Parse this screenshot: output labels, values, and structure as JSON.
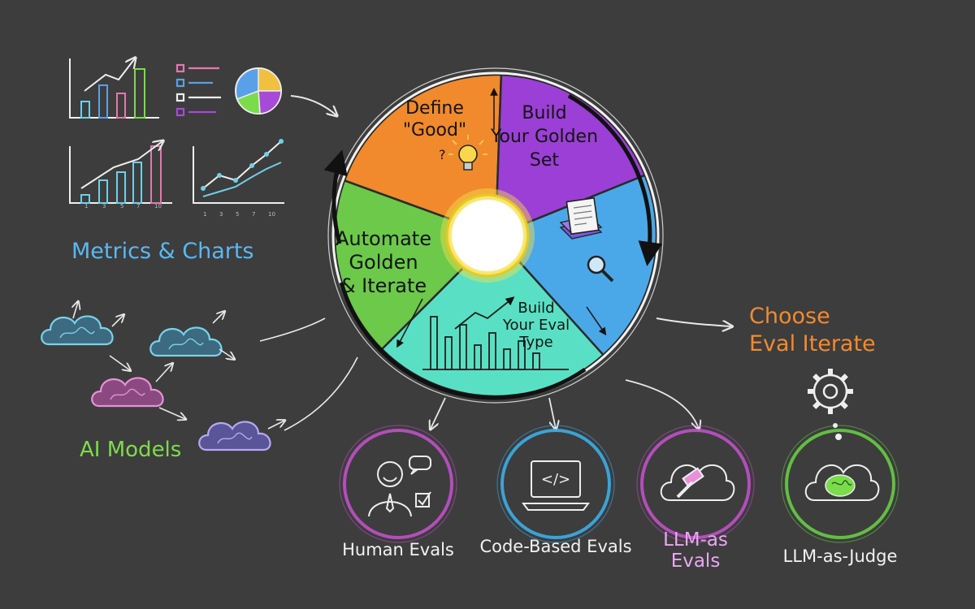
{
  "wheel": {
    "segments": [
      {
        "id": "define",
        "lines": [
          "Define",
          "\"Good\""
        ],
        "mark": "?"
      },
      {
        "id": "golden",
        "lines": [
          "Build",
          "Your Golden",
          "Set"
        ]
      },
      {
        "id": "evaltype",
        "lines": [
          "Build",
          "Your Eval",
          "Type"
        ]
      },
      {
        "id": "automate",
        "lines": [
          "Automate",
          "Golden",
          "& Iterate"
        ]
      }
    ]
  },
  "labels": {
    "metrics": "Metrics & Charts",
    "ai_models": "AI Models",
    "choose": [
      "Choose",
      "Eval Iterate"
    ]
  },
  "chart_ticks": [
    "1",
    "3",
    "5",
    "7",
    "10"
  ],
  "eval_types": [
    {
      "id": "human",
      "lines": [
        "Human Evals"
      ]
    },
    {
      "id": "code",
      "lines": [
        "Code-Based Evals"
      ],
      "glyph": "</>"
    },
    {
      "id": "llm-evals",
      "lines": [
        "LLM-as",
        "Evals"
      ]
    },
    {
      "id": "llm-judge",
      "lines": [
        "LLM-as-Judge"
      ]
    }
  ],
  "colors": {
    "background": "#3d3d3d",
    "orange": "#f08a2c",
    "purple": "#9b3fd6",
    "blue": "#4aa8e8",
    "teal": "#59e0c4",
    "green": "#6cc94a",
    "metrics_label": "#5bb8f0",
    "ai_label": "#7edc4a",
    "choose_label": "#f28a30",
    "human_ring": "#c050c8",
    "code_ring": "#3aaee8",
    "llm_ring": "#c050c8",
    "judge_ring": "#66cc44"
  }
}
